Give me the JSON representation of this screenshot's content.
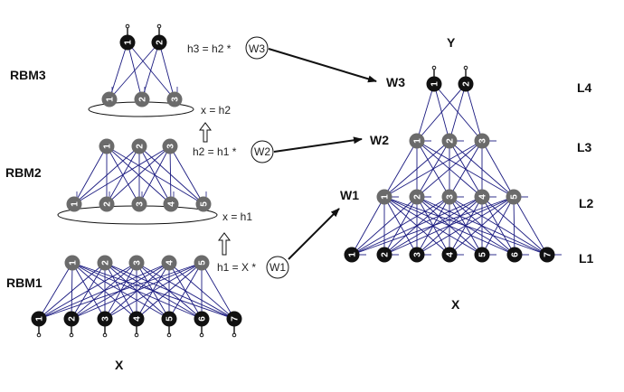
{
  "labels": {
    "rbm3": "RBM3",
    "rbm2": "RBM2",
    "rbm1": "RBM1",
    "x_left": "X",
    "y_right": "Y",
    "x_right": "X",
    "w3": "W3",
    "w2": "W2",
    "w1": "W1",
    "l4": "L4",
    "l3": "L3",
    "l2": "L2",
    "l1": "L1"
  },
  "formulas": {
    "h3_prefix": "h3 = h2 *",
    "h3_weight": "W3",
    "h2_prefix": "h2 = h1 *",
    "h2_weight": "W2",
    "h1_prefix": "h1 = X *",
    "h1_weight": "W1",
    "x_eq_h2": "x = h2",
    "x_eq_h1": "x = h1"
  },
  "networks": {
    "rbm3": {
      "visible": [
        "1",
        "2",
        "3"
      ],
      "hidden": [
        "1",
        "2"
      ]
    },
    "rbm2": {
      "visible": [
        "1",
        "2",
        "3",
        "4",
        "5"
      ],
      "hidden": [
        "1",
        "2",
        "3"
      ]
    },
    "rbm1": {
      "visible": [
        "1",
        "2",
        "3",
        "4",
        "5",
        "6",
        "7"
      ],
      "hidden": [
        "1",
        "2",
        "3",
        "4",
        "5"
      ]
    },
    "stacked": {
      "l1": [
        "1",
        "2",
        "3",
        "4",
        "5",
        "6",
        "7"
      ],
      "l2": [
        "1",
        "2",
        "3",
        "4",
        "5"
      ],
      "l3": [
        "1",
        "2",
        "3"
      ],
      "l4": [
        "1",
        "2"
      ]
    }
  },
  "colors": {
    "edge": "#1a1a80",
    "gray_node": "#6b6b6b",
    "black_node": "#111111",
    "arrow": "#111111"
  }
}
